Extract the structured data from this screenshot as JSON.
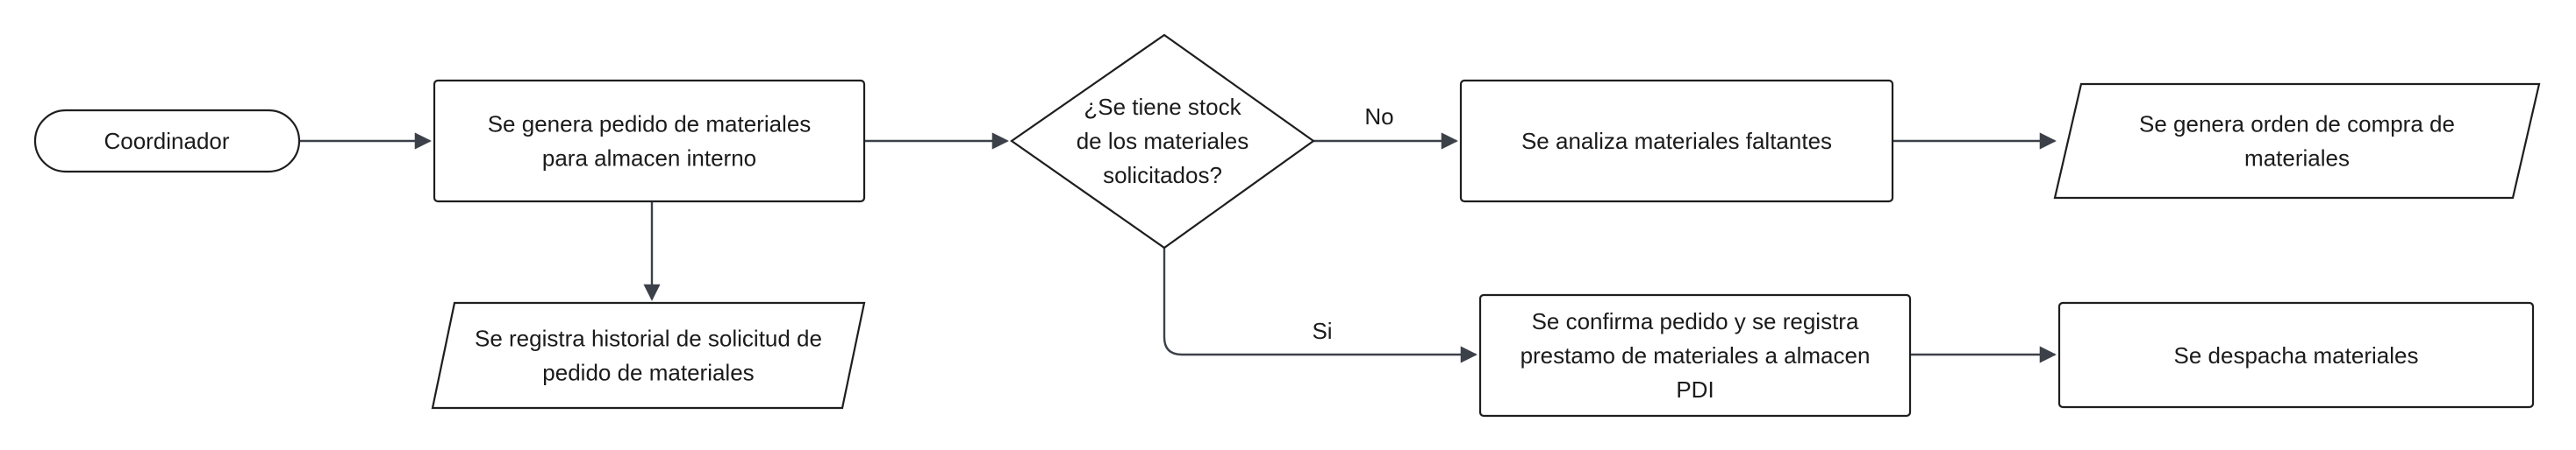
{
  "nodes": {
    "coordinador": {
      "lines": [
        "Coordinador"
      ]
    },
    "pedido": {
      "lines": [
        "Se genera pedido de materiales",
        "para almacen interno"
      ]
    },
    "historial": {
      "lines": [
        "Se registra historial de solicitud de",
        "pedido de materiales"
      ]
    },
    "decision": {
      "lines": [
        "¿Se tiene stock",
        "de los materiales",
        "solicitados?"
      ]
    },
    "analiza": {
      "lines": [
        "Se analiza materiales faltantes"
      ]
    },
    "orden": {
      "lines": [
        "Se genera orden de compra de",
        "materiales"
      ]
    },
    "confirma": {
      "lines": [
        "Se confirma pedido y se registra",
        "prestamo de materiales a almacen",
        "PDI"
      ]
    },
    "despacha": {
      "lines": [
        "Se despacha materiales"
      ]
    }
  },
  "edges": {
    "no_label": "No",
    "si_label": "Si"
  }
}
